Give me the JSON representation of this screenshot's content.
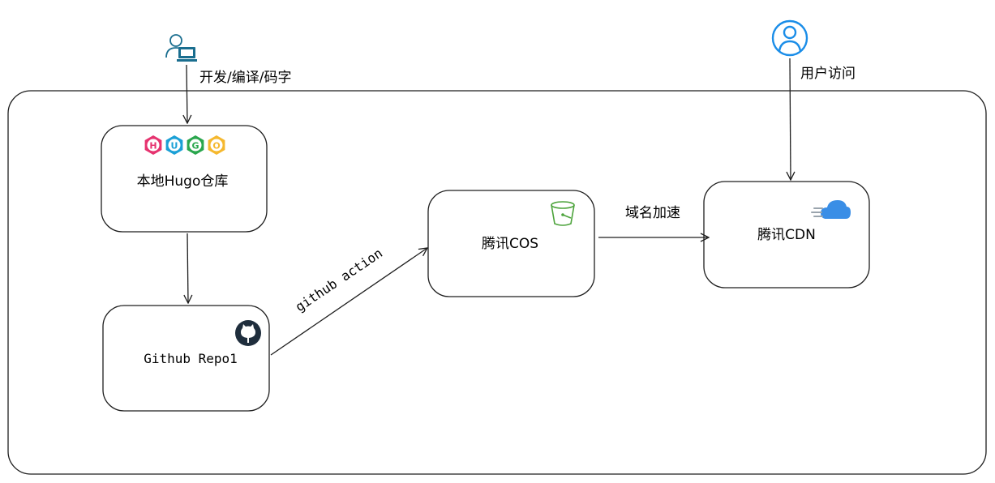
{
  "actors": {
    "developer": {
      "label": "开发/编译/码字",
      "icon": "developer-computer-icon"
    },
    "user": {
      "label": "用户访问",
      "icon": "user-circle-icon"
    }
  },
  "nodes": {
    "hugo": {
      "label": "本地Hugo仓库",
      "logo_letters": [
        "H",
        "U",
        "G",
        "O"
      ],
      "logo_colors": [
        "#e6336f",
        "#1ba0d6",
        "#2aa64d",
        "#f5b82e"
      ]
    },
    "github": {
      "label": "Github Repo1",
      "icon": "github-icon"
    },
    "cos": {
      "label": "腾讯COS",
      "icon": "bucket-icon"
    },
    "cdn": {
      "label": "腾讯CDN",
      "icon": "cloud-icon"
    }
  },
  "edges": {
    "github_to_cos": "github action",
    "cos_to_cdn": "域名加速"
  },
  "colors": {
    "stroke": "#1e1e1e",
    "developer_icon": "#1a6e8f",
    "user_icon": "#1a8de8",
    "bucket_icon": "#4ca33b",
    "cloud_icon": "#3a8ee6",
    "github_icon": "#1f2e3d"
  }
}
